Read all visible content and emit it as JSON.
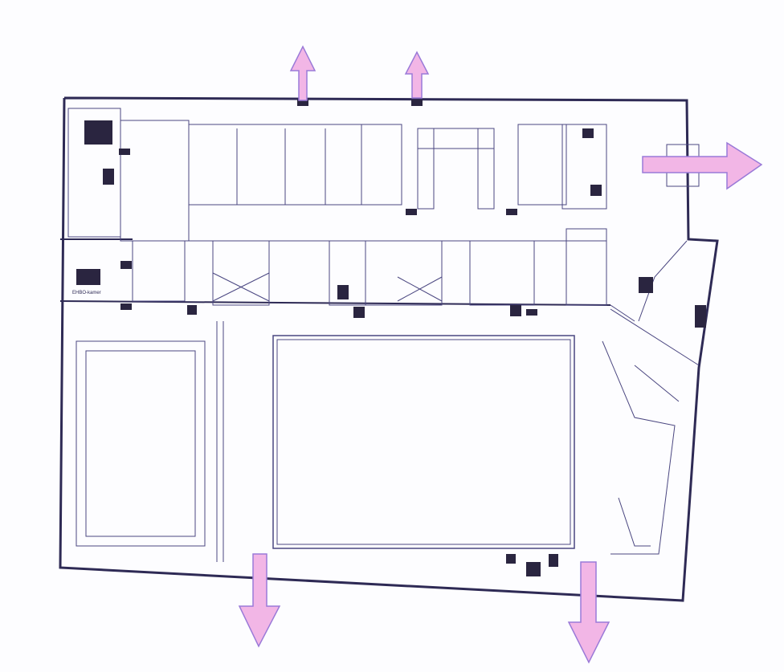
{
  "plan": {
    "room_label": "EHBO-kamer",
    "wall_color": "#2e2a55",
    "exit_arrow_color": "#f2b6e6",
    "exit_arrow_outline": "#9a7ad8",
    "exits": [
      "top-left",
      "top-center",
      "right",
      "bottom-left",
      "bottom-right"
    ]
  }
}
